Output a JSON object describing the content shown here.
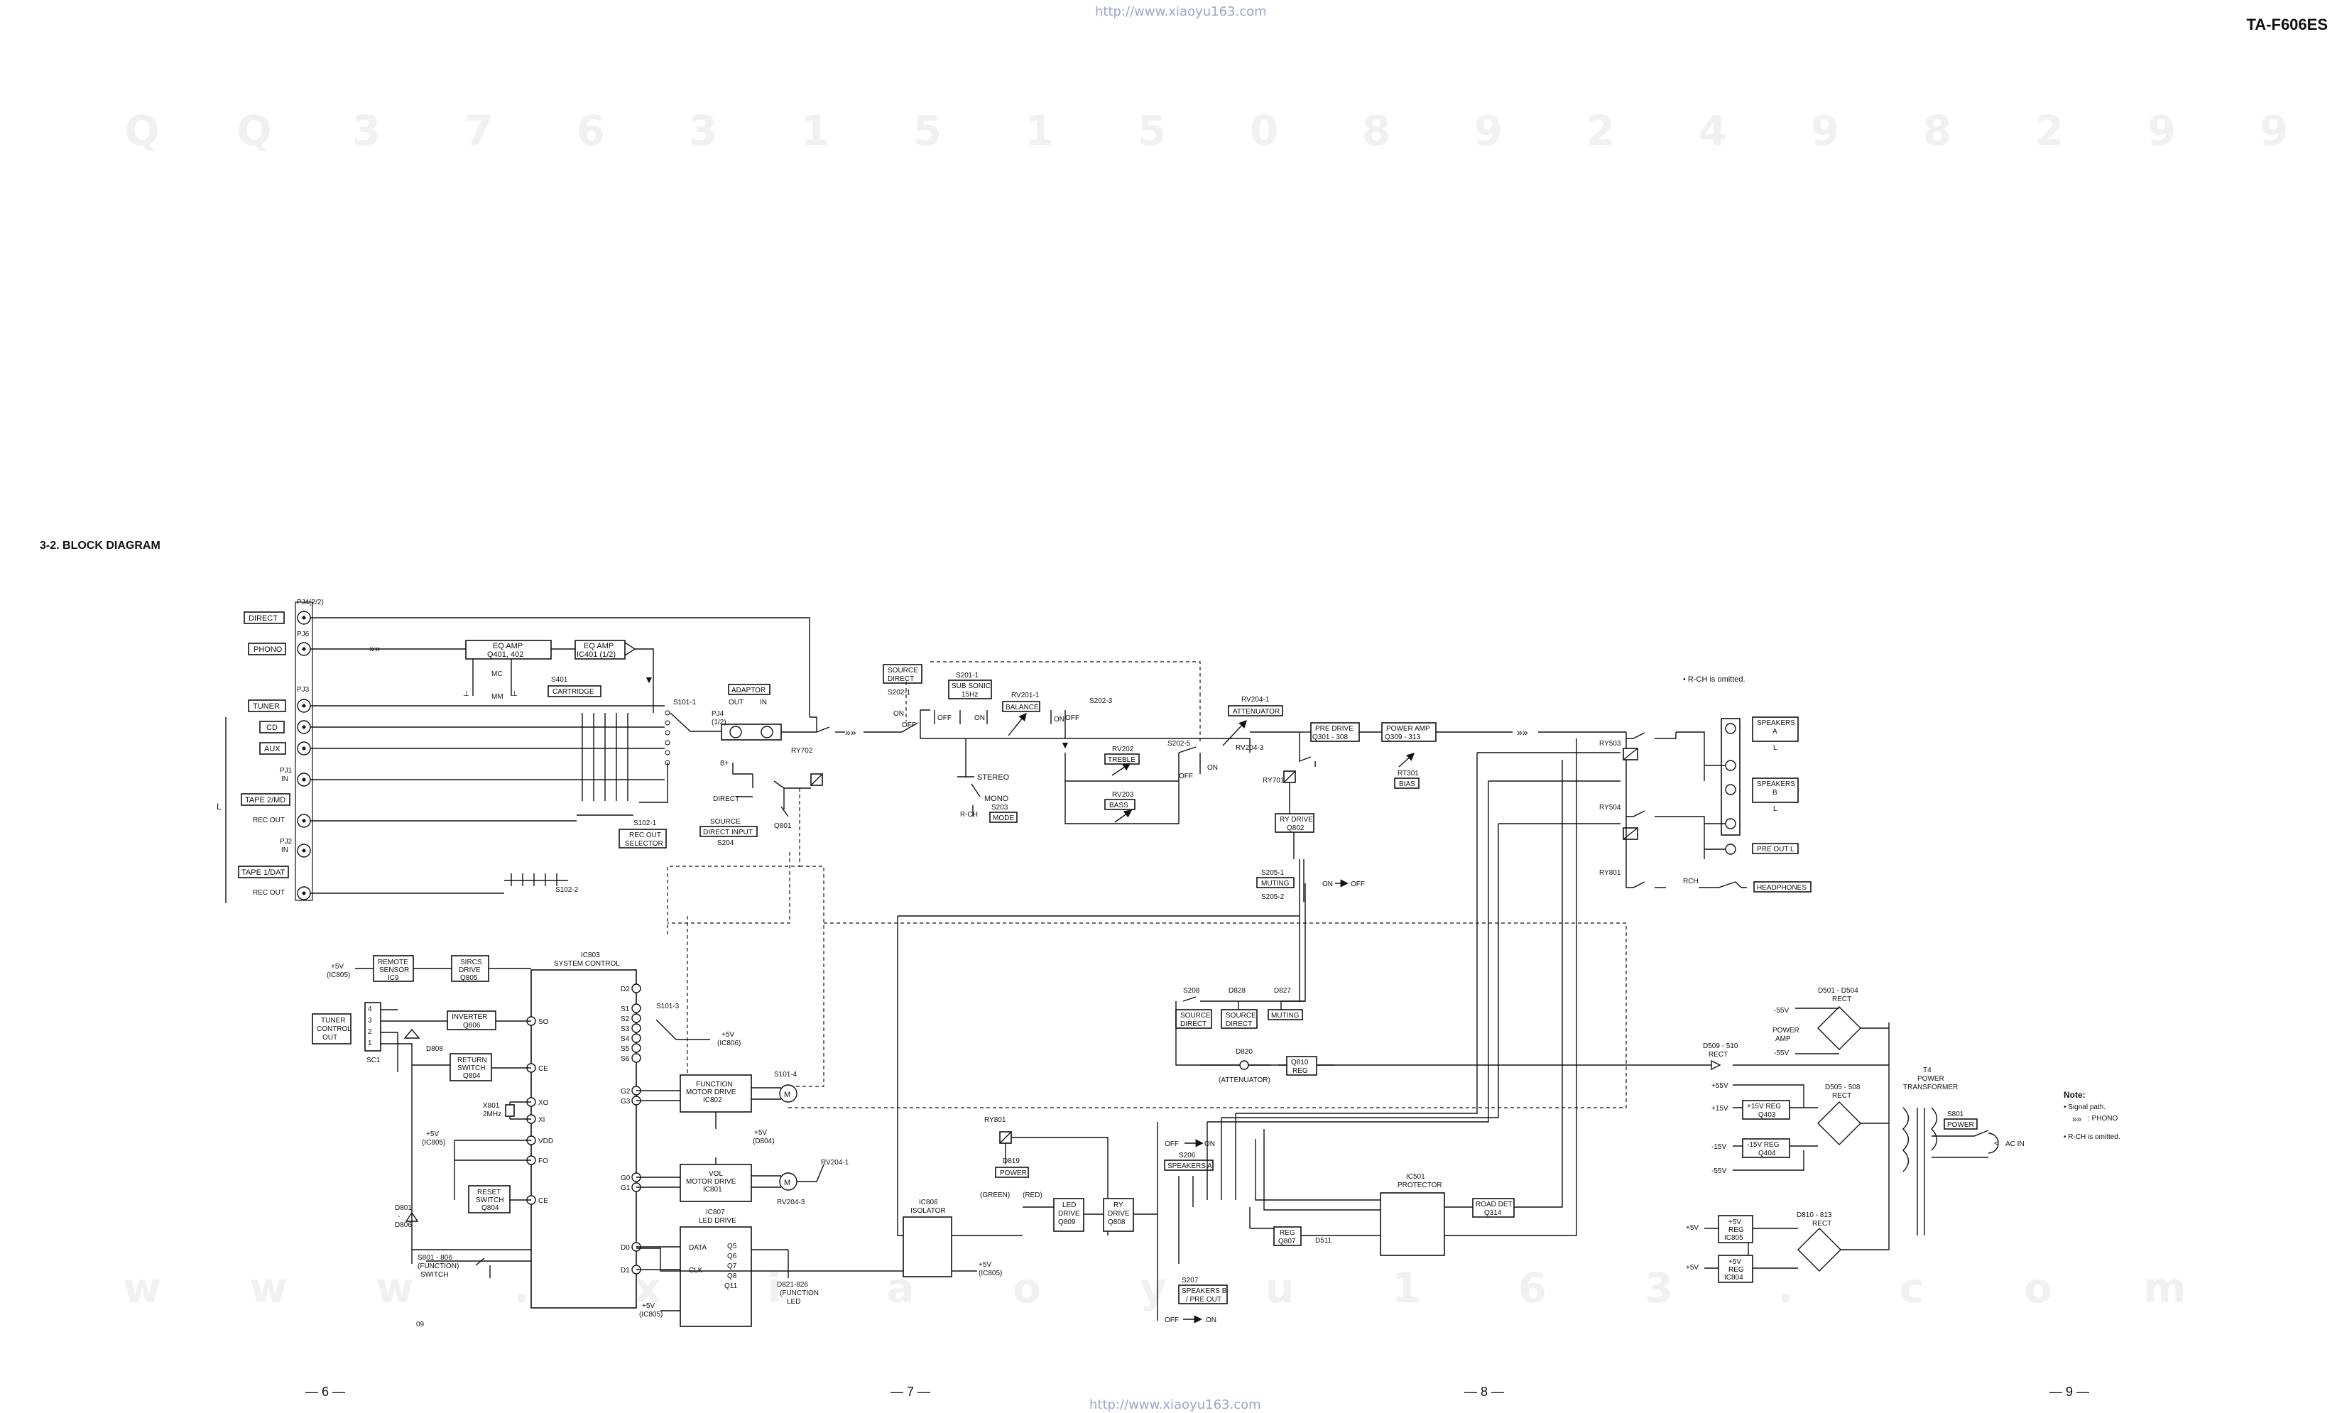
{
  "header": {
    "url_top": "http://www.xiaoyu163.com",
    "url_bottom": "http://www.xiaoyu163.com",
    "model": "TA-F606ES",
    "section_title": "3-2.  BLOCK DIAGRAM"
  },
  "watermark": {
    "top_row": [
      "Q",
      "Q",
      "3",
      "7",
      "6",
      "3",
      "1",
      "5",
      "1",
      "5",
      "0",
      "8",
      "9",
      "2",
      "4",
      "9",
      "8",
      "2",
      "9",
      "9"
    ],
    "bottom_row": [
      "w",
      "w",
      "w",
      ".",
      "x",
      "i",
      "a",
      "o",
      "y",
      "u",
      "1",
      "6",
      "3",
      ".",
      "c",
      "o",
      "m"
    ]
  },
  "page_numbers": [
    "— 6 —",
    "— 7 —",
    "— 8 —",
    "— 9 —"
  ],
  "inputs": {
    "direct": "DIRECT",
    "phono": "PHONO",
    "tuner": "TUNER",
    "cd": "CD",
    "aux": "AUX",
    "tape2_md": "TAPE 2/MD",
    "tape1_dat": "TAPE 1/DAT",
    "pj_in_1": "PJ1\nIN",
    "pj_in_2": "PJ2\nIN",
    "rec_out_1": "REC OUT",
    "rec_out_2": "REC OUT",
    "pj4_22": "PJ4(2/2)",
    "pj6": "PJ6",
    "pj3": "PJ3",
    "l": "L"
  },
  "blocks": {
    "eq_amp_1": [
      "EQ AMP",
      "Q401, 402"
    ],
    "eq_amp_2": [
      "EQ AMP",
      "IC401 (1/2)"
    ],
    "cartridge": [
      "S401",
      "CARTRIDGE"
    ],
    "mc": "MC",
    "mm": "MM",
    "s101_1": "S101-1",
    "adaptor": [
      "ADAPTOR",
      "OUT",
      "IN"
    ],
    "pj4_12": "PJ4\n(1/2)",
    "ry702": "RY702",
    "bplus": "B+",
    "direct_label": "DIRECT",
    "source_direct_input": [
      "SOURCE",
      "DIRECT INPUT",
      "S204"
    ],
    "q801": "Q801",
    "rec_out_selector": [
      "S102-1",
      "REC OUT",
      "SELECTOR"
    ],
    "s102_2": "S102-2",
    "source_direct_top": [
      "SOURCE",
      "DIRECT"
    ],
    "s202_1": "S202-1",
    "sub_sonic": [
      "S201-1",
      "SUB SONIC",
      "15Hz"
    ],
    "balance": [
      "RV201-1",
      "BALANCE"
    ],
    "s202_3": "S202-3",
    "treble": [
      "RV202",
      "TREBLE"
    ],
    "bass": [
      "RV203",
      "BASS"
    ],
    "stereo_mono": [
      "STEREO",
      "MONO",
      "S203",
      "MODE"
    ],
    "r_ch": "R-CH",
    "s202_5": "S202-5",
    "attenuator": [
      "RV204-1",
      "ATTENUATOR",
      "RV204-3"
    ],
    "ry701": "RY701",
    "ry_drive_q802": [
      "RY DRIVE",
      "Q802"
    ],
    "pre_drive": [
      "PRE DRIVE",
      "Q301 - 308"
    ],
    "power_amp": [
      "POWER AMP",
      "Q309 - 313"
    ],
    "bias": [
      "RT301",
      "BIAS"
    ],
    "muting": [
      "S205-1",
      "MUTING",
      "S205-2",
      "ON",
      "OFF"
    ],
    "ry503": "RY503",
    "ry504": "RY504",
    "ry801_top": "RY801",
    "rch": "RCH",
    "speakers_a": [
      "SPEAKERS",
      "A",
      "L"
    ],
    "speakers_b": [
      "SPEAKERS",
      "B",
      "L"
    ],
    "pre_out_l": "PRE OUT L",
    "headphones": "HEADPHONES",
    "rch_omitted_top": "• R-CH is omitted.",
    "remote_sensor": [
      "REMOTE",
      "SENSOR",
      "IC9"
    ],
    "sircs_drive": [
      "SIRCS",
      "DRIVE",
      "Q805"
    ],
    "plus5v_ic805": "+5V\n(IC805)",
    "system_control": [
      "IC803",
      "SYSTEM CONTROL"
    ],
    "tuner_control_out": [
      "TUNER",
      "CONTROL",
      "OUT"
    ],
    "sc1": "SC1",
    "d808": "D808",
    "inverter": [
      "INVERTER",
      "Q806"
    ],
    "return_switch": [
      "RETURN",
      "SWITCH",
      "Q804"
    ],
    "x801": [
      "X801",
      "2MHz"
    ],
    "reset_switch": [
      "RESET",
      "SWITCH",
      "Q804"
    ],
    "d801_806": [
      "D801",
      "-",
      "D806"
    ],
    "function_switch": [
      "S801 - 806",
      "(FUNCTION)",
      "SWITCH"
    ],
    "function_motor": [
      "FUNCTION",
      "MOTOR DRIVE",
      "IC802"
    ],
    "s101_4": "S101-4",
    "s101_3": "S101-3",
    "vol_motor": [
      "VOL",
      "MOTOR DRIVE",
      "IC801"
    ],
    "rv204_1_motor": "RV204-1",
    "rv204_3_motor": "RV204-3",
    "led_drive_ic807": [
      "IC807",
      "LED DRIVE"
    ],
    "d821_826": [
      "D821-826",
      "(FUNCTION",
      "LED"
    ],
    "isolator": [
      "IC806",
      "ISOLATOR"
    ],
    "ry801_bottom": "RY801",
    "d819_power": [
      "D819",
      "POWER"
    ],
    "green_red": [
      "(GREEN)",
      "(RED)"
    ],
    "led_drive_q809": [
      "LED",
      "DRIVE",
      "Q809"
    ],
    "ry_drive_q808": [
      "RY",
      "DRIVE",
      "Q808"
    ],
    "s206_speakers_a": [
      "OFF",
      "ON",
      "S206",
      "SPEAKERS A"
    ],
    "s207_speakers_b": [
      "S207",
      "SPEAKERS B",
      "/ PRE OUT",
      "OFF",
      "ON"
    ],
    "reg_q807": [
      "REG",
      "Q807"
    ],
    "d511": "D511",
    "protector": [
      "IC501",
      "PROTECTOR"
    ],
    "road_det": [
      "ROAD DET",
      "Q314"
    ],
    "s208": [
      "S208",
      "SOURCE",
      "DIRECT"
    ],
    "d828": [
      "D828",
      "SOURCE",
      "DIRECT"
    ],
    "d827": [
      "D827",
      "MUTING"
    ],
    "d820": [
      "D820",
      "(ATTENUATOR)"
    ],
    "q810_reg": [
      "Q810",
      "REG"
    ],
    "power_amp_supply": [
      "POWER",
      "AMP"
    ],
    "rect_d501": [
      "D501 - D504",
      "RECT"
    ],
    "d509_510": [
      "D509 - 510",
      "RECT"
    ],
    "rect_d505": [
      "D505 - 508",
      "RECT"
    ],
    "reg_q403": [
      "+15V REG",
      "Q403"
    ],
    "reg_q404": [
      "-15V REG",
      "Q404"
    ],
    "t4": [
      "T4",
      "POWER",
      "TRANSFORMER"
    ],
    "s801_power": [
      "S801",
      "POWER"
    ],
    "ac_in": "AC IN",
    "rect_d810": [
      "D810 - 813",
      "RECT"
    ],
    "reg_ic805": [
      "+5V",
      "REG",
      "IC805"
    ],
    "reg_ic804": [
      "+5V",
      "REG",
      "IC804"
    ],
    "v_55p": "+55V",
    "v_55n": "-55V",
    "v_15p": "+15V",
    "v_15n": "-15V",
    "v_5": "+5V",
    "plus5v_d804": "+5V\n(D804)",
    "plus5v_ic806": "+5V\n(IC806)",
    "v09": "09"
  },
  "ic803_pins_left": [
    "SO",
    "CE",
    "XO",
    "XI",
    "VDD",
    "FO",
    "CE"
  ],
  "ic803_pins_right": [
    "D2",
    "S1",
    "S2",
    "S3",
    "S4",
    "S5",
    "S6",
    "G2",
    "G3",
    "G0",
    "G1",
    "D0",
    "D1"
  ],
  "notes": {
    "title": "Note:",
    "signal_path": "• Signal path.",
    "phono": ": PHONO",
    "rch": "• R-CH is omitted."
  }
}
